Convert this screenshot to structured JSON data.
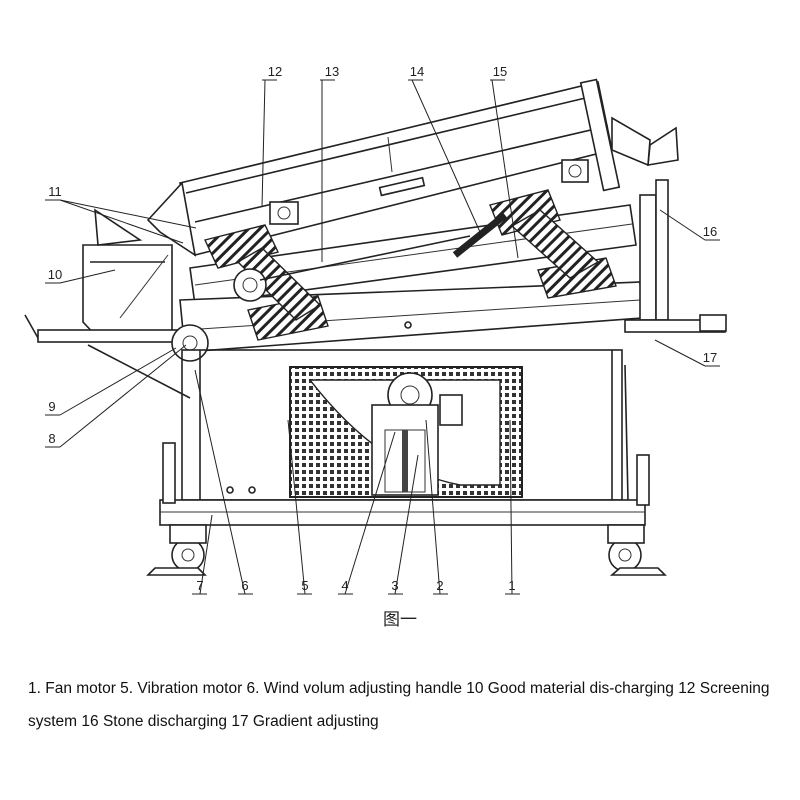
{
  "figure": {
    "caption": "图一",
    "part_labels": [
      "1",
      "2",
      "3",
      "4",
      "5",
      "6",
      "7",
      "8",
      "9",
      "10",
      "11",
      "12",
      "13",
      "14",
      "15",
      "16",
      "17"
    ]
  },
  "legend": {
    "text": "1. Fan motor  5. Vibration motor 6. Wind volum adjusting handle 10 Good material dis-charging 12 Screening system 16 Stone discharging 17 Gradient adjusting"
  }
}
